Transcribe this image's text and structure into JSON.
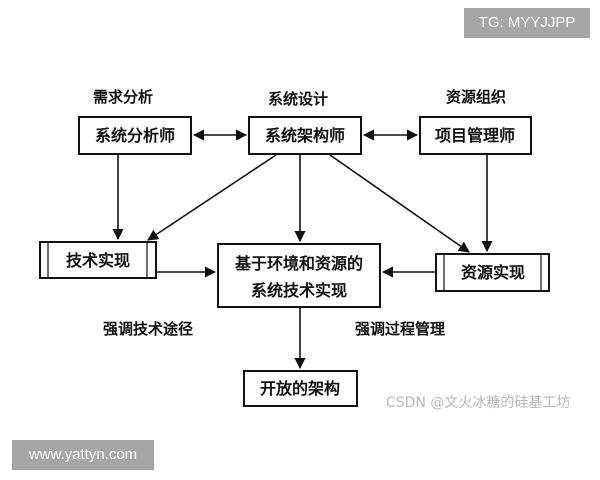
{
  "labels": {
    "req_analysis": "需求分析",
    "sys_design": "系统设计",
    "res_org": "资源组织",
    "tech_path": "强调技术途径",
    "process_mgmt": "强调过程管理"
  },
  "nodes": {
    "analyst": "系统分析师",
    "architect": "系统架构师",
    "pm": "项目管理师",
    "tech_impl": "技术实现",
    "center_line1": "基于环境和资源的",
    "center_line2": "系统技术实现",
    "res_impl": "资源实现",
    "open_arch": "开放的架构"
  },
  "watermarks": {
    "top_right": "TG: MYYJJPP",
    "bottom_left": "www.yattyn.com",
    "csdn": "CSDN @文火冰糖的硅基工坊"
  }
}
